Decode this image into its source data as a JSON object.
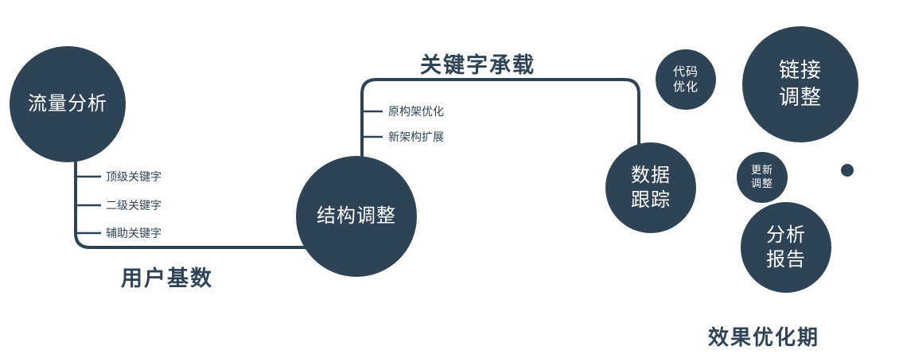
{
  "colors": {
    "primary": "#2e4456",
    "background": "#ffffff",
    "node_text": "#ffffff"
  },
  "nodes": {
    "traffic_analysis": {
      "label": "流量分析"
    },
    "structure_adjustment": {
      "label": "结构调整"
    },
    "data_tracking": {
      "line1": "数据",
      "line2": "跟踪"
    },
    "code_optimization": {
      "line1": "代码",
      "line2": "优化"
    },
    "link_adjustment": {
      "line1": "链接",
      "line2": "调整"
    },
    "update_adjustment": {
      "line1": "更新",
      "line2": "调整"
    },
    "analysis_report": {
      "line1": "分析",
      "line2": "报告"
    }
  },
  "edge_labels": {
    "user_base": "用户基数",
    "keyword_carrying": "关键字承载"
  },
  "branches": {
    "traffic": [
      "顶级关键字",
      "二级关键字",
      "辅助关键字"
    ],
    "structure": [
      "原构架优化",
      "新架构扩展"
    ]
  },
  "caption": "效果优化期"
}
